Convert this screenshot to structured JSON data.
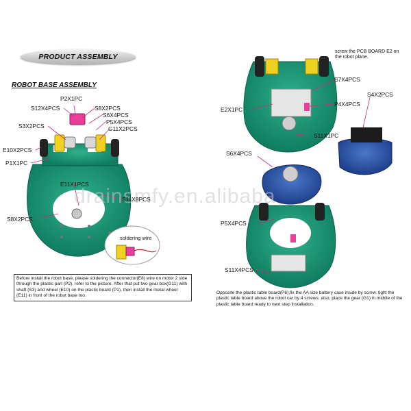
{
  "title": "PRODUCT ASSEMBLY",
  "section": "ROBOT BASE ASSEMBLY",
  "watermark": "drainsmfy.en.alibaba",
  "left_labels": {
    "p2": "P2X1PC",
    "s12": "S12X4PCS",
    "s8": "S8X2PCS",
    "s6": "S6X4PCS",
    "s3": "S3X2PCS",
    "p5": "P5X4PCS",
    "g11": "G11X2PCS",
    "e10": "E10X2PCS",
    "p1": "P1X1PC",
    "e11": "E11X1PCS",
    "s11": "S11X8PCS",
    "s8b": "S8X2PCS"
  },
  "soldering": "soldering wire",
  "left_note": "Before install the robot base, please soldering the connector(E8) wire on motor 2 side through the plastic part (P2). refer to the picture. After that put two gear box(G11) with shaft (S3) and wheel (E10) on the plastic board (P1). then install the metal wheel (E11) in front of the robot base too.",
  "right_top_note": "screw the PCB BOARD E2 on the robot plane.",
  "right_labels": {
    "s7": "S7X4PCS",
    "s4": "S4X2PCS",
    "e2": "E2X1PC",
    "p4": "P4X4PCS",
    "s11a": "S11X1PC",
    "s6": "S6X4PCS",
    "p5": "P5X4PCS",
    "s11b": "S11X4PCS"
  },
  "right_note": "Opposite the plastic table board(P6),fix the AA size battery case inside by screw. tight the plastic table board above the robot car by 4 screws. also, place the gear (G1) in middle of  the plastic table board ready to next step installation."
}
